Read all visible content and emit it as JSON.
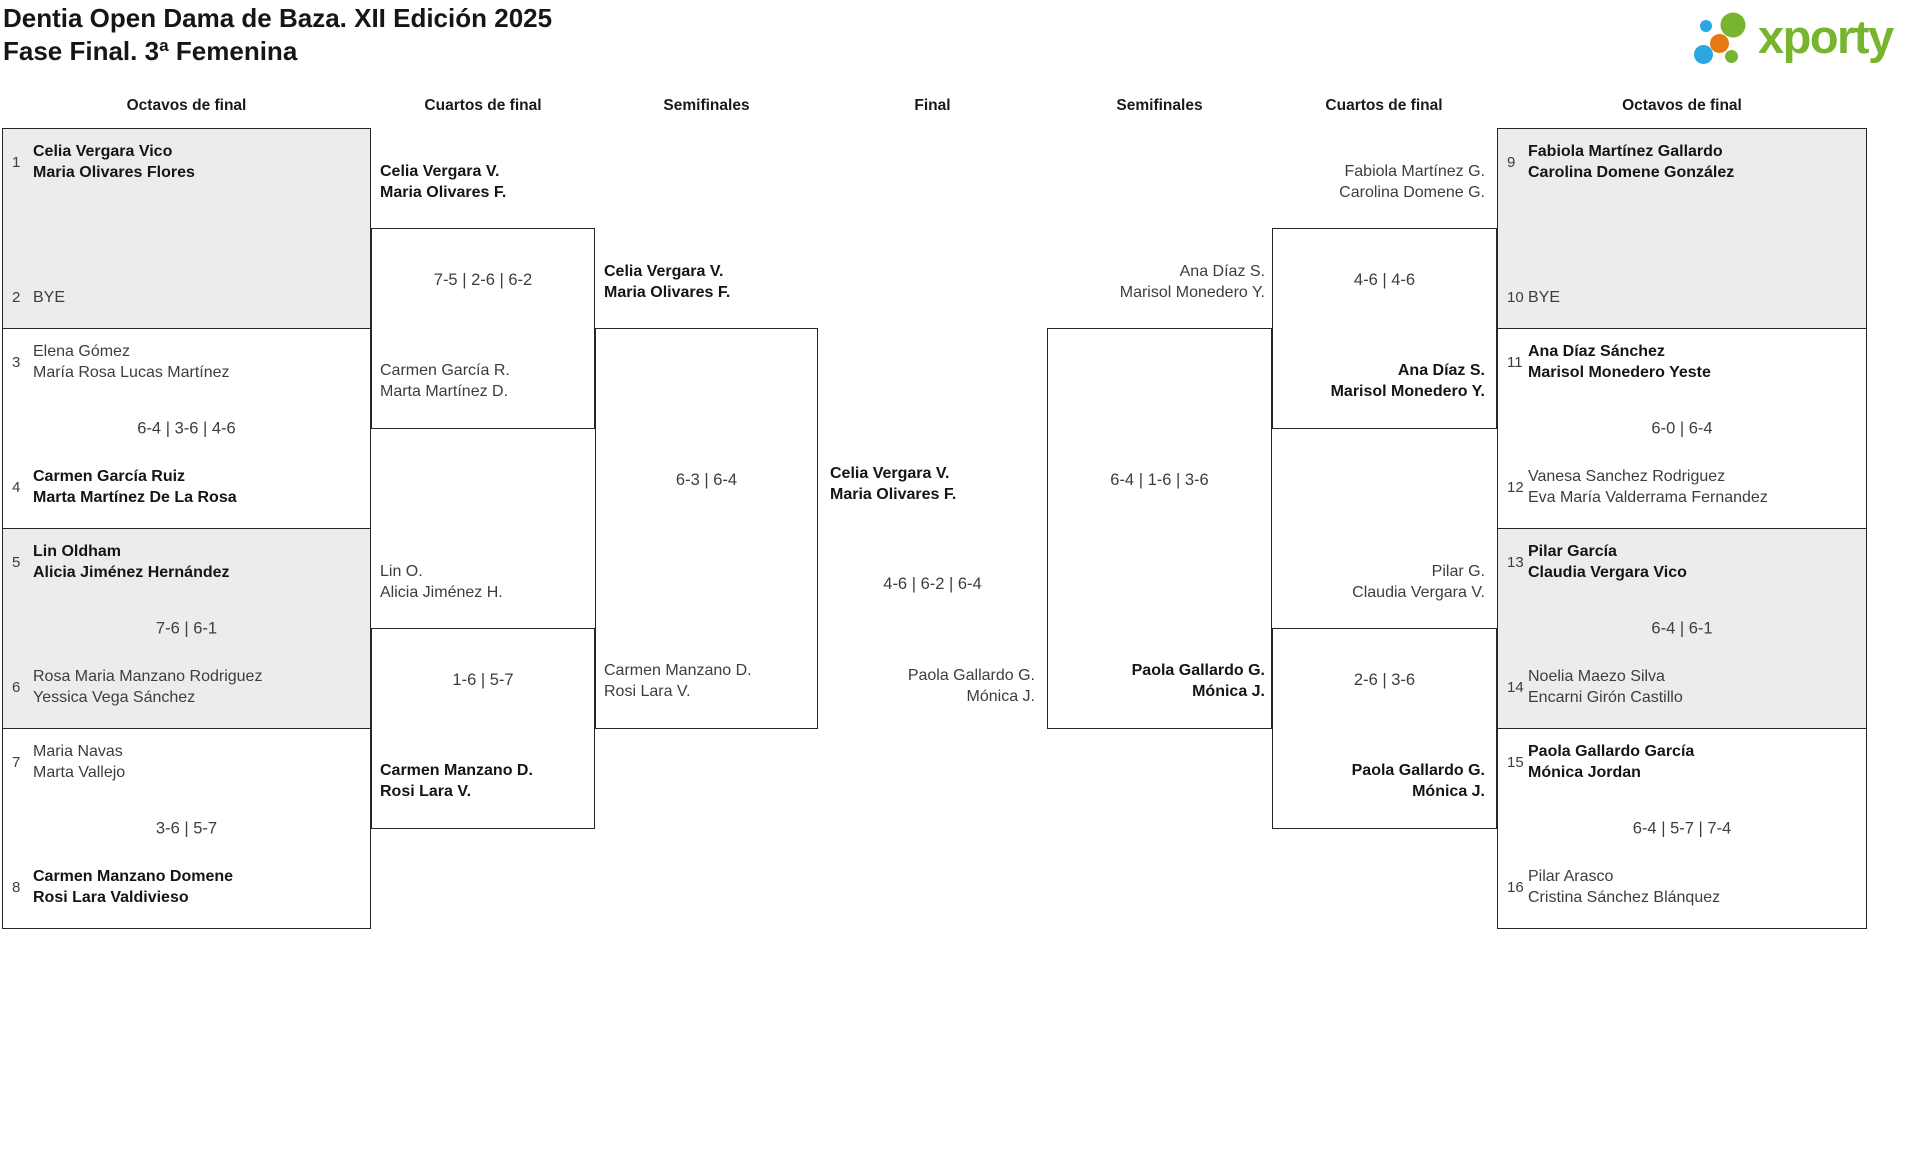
{
  "title": {
    "line1": "Dentia Open Dama de Baza. XII Edición 2025",
    "line2": "Fase Final. 3ª Femenina"
  },
  "logo": {
    "wordmark": "xporty"
  },
  "colors": {
    "accent_green": "#76b52d",
    "dot_blue": "#2aa7e0",
    "dot_orange": "#e87816",
    "box_fill": "#ececec",
    "border": "#262626"
  },
  "rounds": {
    "r16_left": "Octavos de final",
    "qf_left": "Cuartos de final",
    "sf_left": "Semifinales",
    "final": "Final",
    "sf_right": "Semifinales",
    "qf_right": "Cuartos de final",
    "r16_right": "Octavos de final"
  },
  "r16_left": [
    {
      "seed_a": "1",
      "team_a": [
        "Celia Vergara Vico",
        "Maria Olivares Flores"
      ],
      "seed_b": "2",
      "team_b": [
        "BYE"
      ],
      "score": "",
      "winner": "team_a"
    },
    {
      "seed_a": "3",
      "team_a": [
        "Elena Gómez",
        "María Rosa Lucas Martínez"
      ],
      "seed_b": "4",
      "team_b": [
        "Carmen García Ruiz",
        "Marta Martínez De La Rosa"
      ],
      "score": "6-4 | 3-6 | 4-6",
      "winner": "team_b"
    },
    {
      "seed_a": "5",
      "team_a": [
        "Lin Oldham",
        "Alicia Jiménez Hernández"
      ],
      "seed_b": "6",
      "team_b": [
        "Rosa Maria Manzano Rodriguez",
        "Yessica Vega Sánchez"
      ],
      "score": "7-6 | 6-1",
      "winner": "team_a"
    },
    {
      "seed_a": "7",
      "team_a": [
        "Maria Navas",
        "Marta Vallejo"
      ],
      "seed_b": "8",
      "team_b": [
        "Carmen Manzano Domene",
        "Rosi Lara Valdivieso"
      ],
      "score": "3-6 | 5-7",
      "winner": "team_b"
    }
  ],
  "r16_right": [
    {
      "seed_a": "9",
      "team_a": [
        "Fabiola Martínez Gallardo",
        "Carolina Domene González"
      ],
      "seed_b": "10",
      "team_b": [
        "BYE"
      ],
      "score": "",
      "winner": "team_a"
    },
    {
      "seed_a": "11",
      "team_a": [
        "Ana Díaz Sánchez",
        "Marisol Monedero Yeste"
      ],
      "seed_b": "12",
      "team_b": [
        "Vanesa Sanchez Rodriguez",
        "Eva María Valderrama Fernandez"
      ],
      "score": "6-0 | 6-4",
      "winner": "team_a"
    },
    {
      "seed_a": "13",
      "team_a": [
        "Pilar García",
        "Claudia Vergara Vico"
      ],
      "seed_b": "14",
      "team_b": [
        "Noelia Maezo Silva",
        "Encarni Girón Castillo"
      ],
      "score": "6-4 | 6-1",
      "winner": "team_a"
    },
    {
      "seed_a": "15",
      "team_a": [
        "Paola Gallardo García",
        "Mónica Jordan"
      ],
      "seed_b": "16",
      "team_b": [
        "Pilar Arasco",
        "Cristina Sánchez Blánquez"
      ],
      "score": "6-4 | 5-7 | 7-4",
      "winner": "team_a"
    }
  ],
  "qf_left": [
    {
      "team_a": [
        "Celia Vergara V.",
        "Maria Olivares F."
      ],
      "team_b": [
        "Carmen García R.",
        "Marta Martínez D."
      ],
      "score": "7-5 | 2-6 | 6-2",
      "winner": "team_a"
    },
    {
      "team_a": [
        "Lin O.",
        "Alicia Jiménez H."
      ],
      "team_b": [
        "Carmen Manzano D.",
        "Rosi Lara V."
      ],
      "score": "1-6 | 5-7",
      "winner": "team_b"
    }
  ],
  "qf_right": [
    {
      "team_a": [
        "Fabiola Martínez G.",
        "Carolina Domene G."
      ],
      "team_b": [
        "Ana Díaz S.",
        "Marisol Monedero Y."
      ],
      "score": "4-6 | 4-6",
      "winner": "team_b"
    },
    {
      "team_a": [
        "Pilar G.",
        "Claudia Vergara V."
      ],
      "team_b": [
        "Paola Gallardo G.",
        "Mónica J."
      ],
      "score": "2-6 | 3-6",
      "winner": "team_b"
    }
  ],
  "sf_left": {
    "team_a": [
      "Celia Vergara V.",
      "Maria Olivares F."
    ],
    "team_b": [
      "Carmen Manzano D.",
      "Rosi Lara V."
    ],
    "score": "6-3 | 6-4",
    "winner": "team_a"
  },
  "sf_right": {
    "team_a": [
      "Ana Díaz S.",
      "Marisol Monedero Y."
    ],
    "team_b": [
      "Paola Gallardo G.",
      "Mónica J."
    ],
    "score": "6-4 | 1-6 | 3-6",
    "winner": "team_b"
  },
  "final": {
    "team_a": [
      "Celia Vergara V.",
      "Maria Olivares F."
    ],
    "team_b": [
      "Paola Gallardo G.",
      "Mónica J."
    ],
    "score": "4-6 | 6-2 | 6-4",
    "winner": "team_a"
  }
}
